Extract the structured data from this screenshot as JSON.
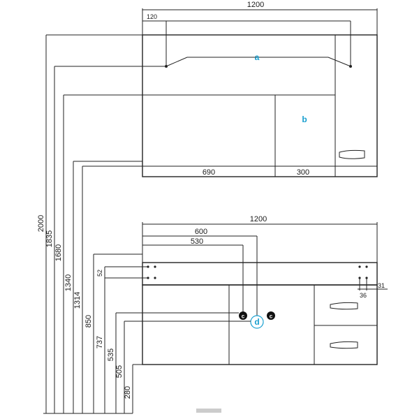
{
  "dimensions": {
    "top_width": "1200",
    "top_offset": "120",
    "mirror_width": "690",
    "cabinet_width": "300",
    "bottom_width": "1200",
    "d600": "600",
    "d530": "530",
    "d52": "52",
    "d31": "31",
    "d36": "36"
  },
  "heights": [
    "2000",
    "1835",
    "1680",
    "1340",
    "1314",
    "850",
    "737",
    "535",
    "505",
    "280"
  ],
  "callouts": {
    "a": "a",
    "b": "b",
    "c1": "c",
    "c2": "c",
    "d": "d"
  },
  "colors": {
    "callout": "#1aa0d0",
    "line": "#222222"
  }
}
